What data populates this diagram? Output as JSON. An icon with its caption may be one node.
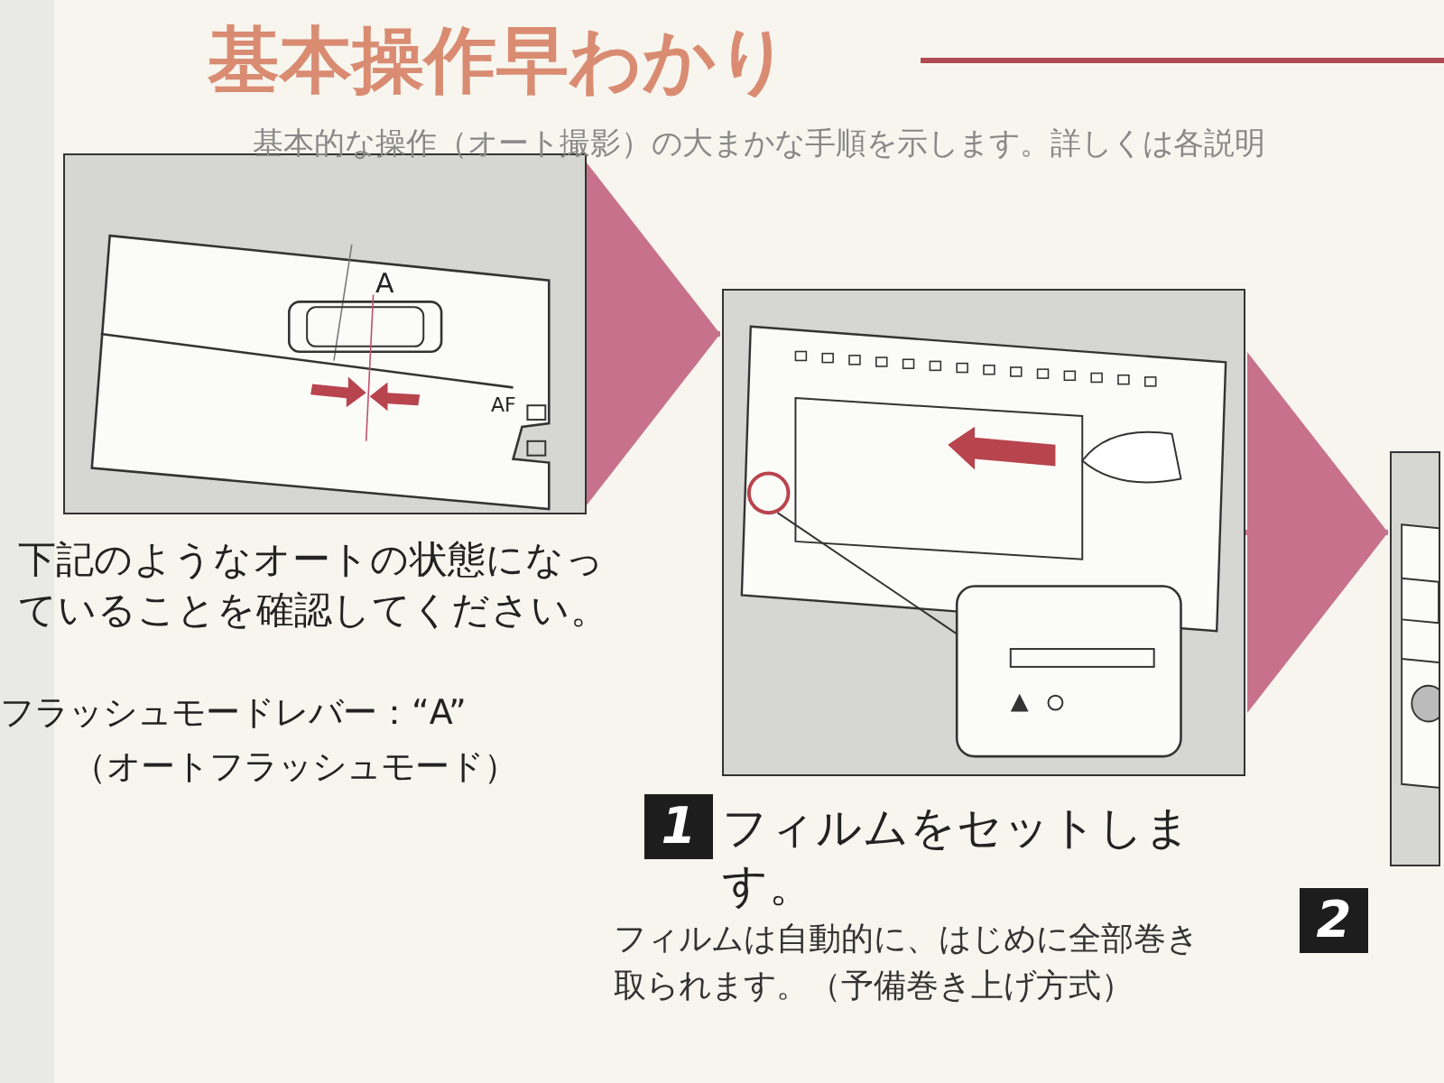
{
  "diagram": {
    "title": "基本操作早わかり",
    "nodes": [
      {
        "text": [],
        "shape": "picture"
      },
      {
        "text": [],
        "shape": "picture"
      },
      {
        "text": [],
        "shape": "picture"
      }
    ],
    "edges": [
      {
        "from": 0,
        "to": 1,
        "arrow": "to"
      },
      {
        "from": 1,
        "to": 2,
        "arrow": "to"
      }
    ],
    "labels": [
      "基本的な操作（オート撮影）の大まかな手順を示します。詳しくは各説明",
      "A",
      "AF",
      "下記のようなオートの状態になっていることを確認してください。",
      "フラッシュモードレバー：“A”",
      "（オートフラッシュモード）",
      "1",
      "フィルムをセットします。",
      "フィルムは自動的に、はじめに全部巻き取られます。（予備巻き上げ方式）",
      "2"
    ]
  }
}
